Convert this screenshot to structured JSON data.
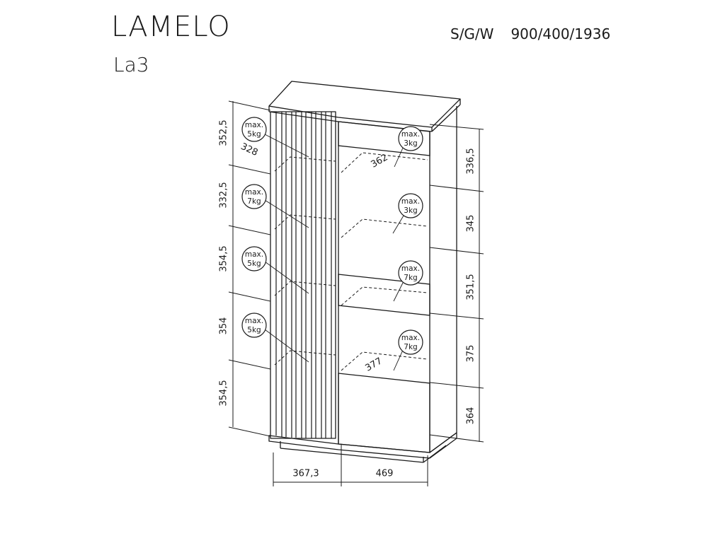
{
  "header": {
    "product": "LAMELO",
    "model": "La3",
    "dims_label": "S/G/W",
    "dims_value": "900/400/1936"
  },
  "left_heights": [
    "352,5",
    "332,5",
    "354,5",
    "354",
    "354,5"
  ],
  "right_heights": [
    "336,5",
    "345",
    "351,5",
    "375",
    "364"
  ],
  "bottom_widths": [
    "367,3",
    "469"
  ],
  "depths": [
    "328",
    "362",
    "377"
  ],
  "load_badges": [
    {
      "line1": "max.",
      "line2": "5kg"
    },
    {
      "line1": "max.",
      "line2": "7kg"
    },
    {
      "line1": "max.",
      "line2": "5kg"
    },
    {
      "line1": "max.",
      "line2": "5kg"
    },
    {
      "line1": "max.",
      "line2": "3kg"
    },
    {
      "line1": "max.",
      "line2": "3kg"
    },
    {
      "line1": "max.",
      "line2": "7kg"
    },
    {
      "line1": "max.",
      "line2": "7kg"
    }
  ],
  "colors": {
    "ink": "#1a1a1a",
    "background": "#ffffff"
  }
}
